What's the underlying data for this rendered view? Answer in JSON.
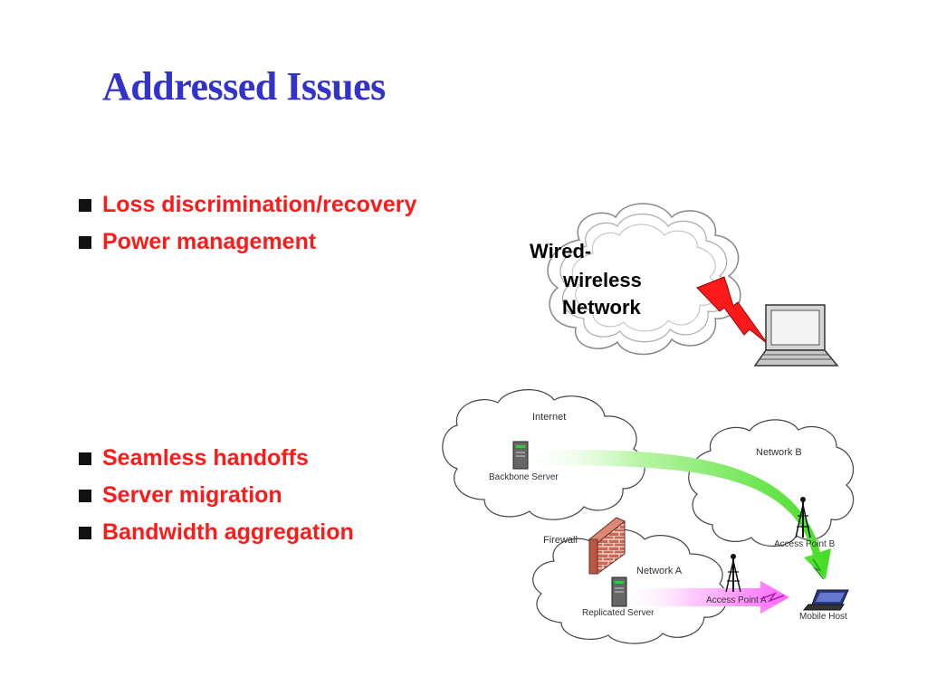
{
  "slide": {
    "title": "Addressed Issues",
    "bullets_top": [
      {
        "text": "Loss discrimination/recovery"
      },
      {
        "text": "Power management"
      }
    ],
    "bullets_bottom": [
      {
        "text": "Seamless handoffs"
      },
      {
        "text": "Server migration"
      },
      {
        "text": "Bandwidth aggregation"
      }
    ]
  },
  "diagram_top": {
    "cloud_label_line1": "Wired-",
    "cloud_label_line2": "wireless",
    "cloud_label_line3": "Network",
    "icons": [
      "cloud-icon",
      "lightning-bolt-icon",
      "laptop-icon"
    ]
  },
  "diagram_bottom": {
    "cloud_internet": "Internet",
    "cloud_network_b": "Network B",
    "cloud_network_a": "Network A",
    "backbone_server": "Backbone Server",
    "replicated_server": "Replicated Server",
    "firewall": "Firewall",
    "access_point_a": "Access Point A",
    "access_point_b": "Access Point B",
    "mobile_host": "Mobile Host",
    "colors": {
      "green_arrow": "#66ee44",
      "pink_arrow": "#ff88ff",
      "lightning": "#ff0000"
    }
  }
}
